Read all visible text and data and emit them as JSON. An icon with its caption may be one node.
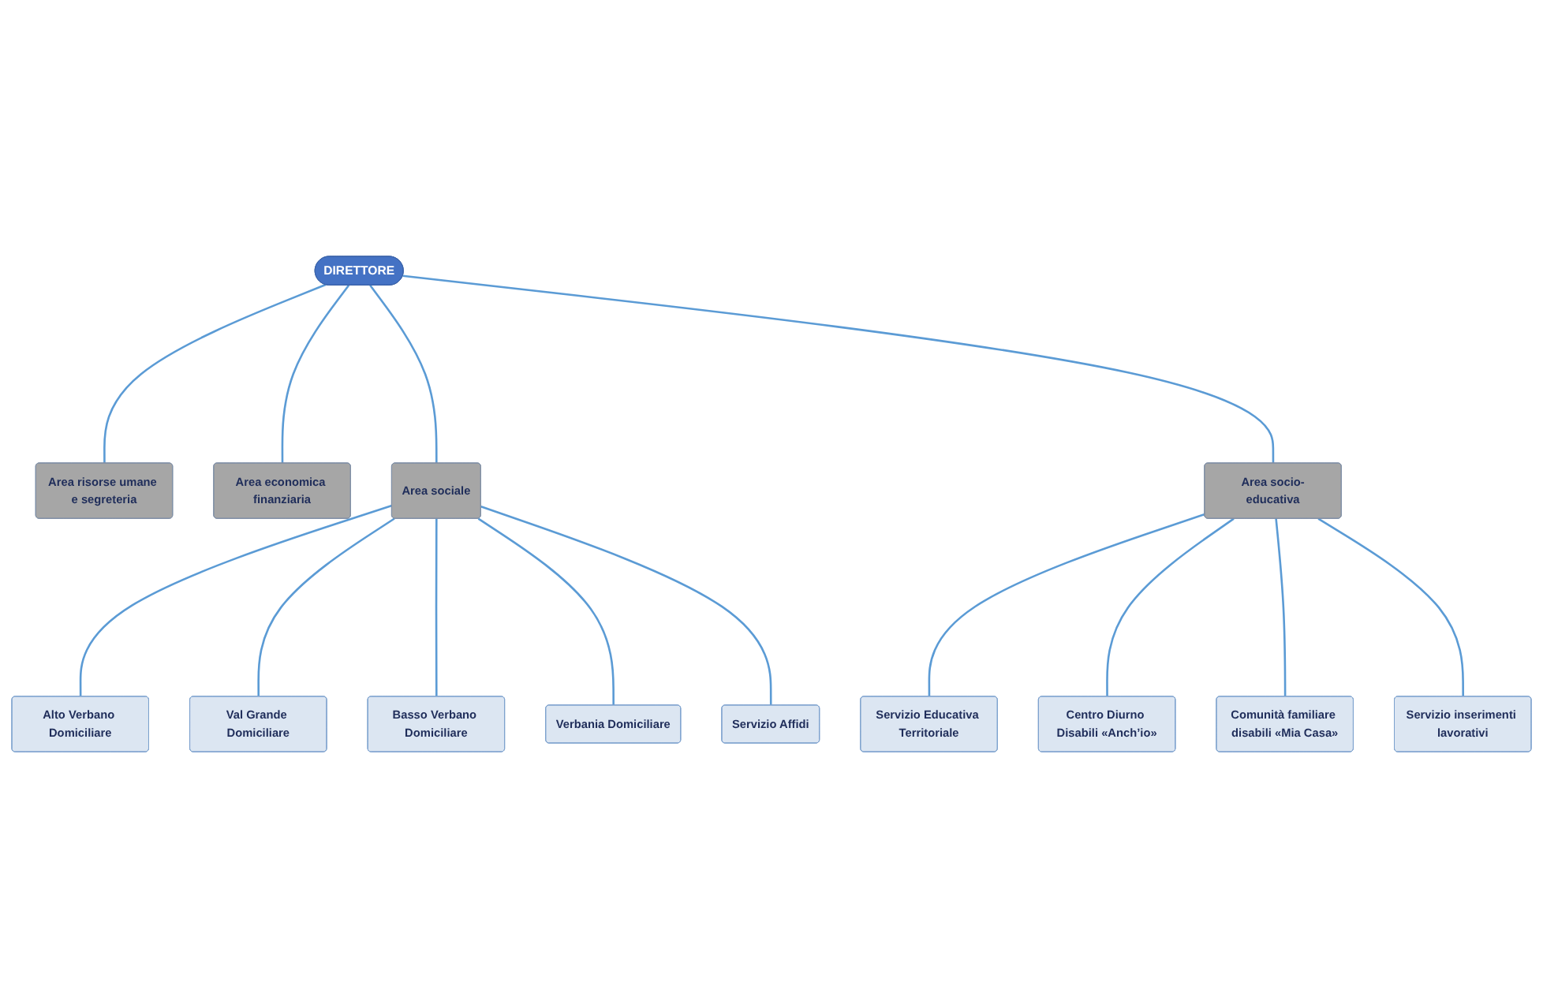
{
  "diagram": {
    "nodes": [
      {
        "text": [
          "DIRETTORE"
        ]
      },
      {
        "text": [
          "Area risorse umane e segreteria"
        ]
      },
      {
        "text": [
          "Area economica finanziaria"
        ]
      },
      {
        "text": [
          "Area sociale"
        ]
      },
      {
        "text": [
          "Area socio-educativa"
        ]
      },
      {
        "text": [
          "Alto Verbano Domiciliare"
        ]
      },
      {
        "text": [
          "Val Grande Domiciliare"
        ]
      },
      {
        "text": [
          "Basso Verbano Domiciliare"
        ]
      },
      {
        "text": [
          "Verbania Domiciliare"
        ]
      },
      {
        "text": [
          "Servizio Affidi"
        ]
      },
      {
        "text": [
          "Servizio Educativa Territoriale"
        ]
      },
      {
        "text": [
          "Centro Diurno Disabili «Anch’io»"
        ]
      },
      {
        "text": [
          "Comunità familiare disabili «Mia Casa»"
        ]
      },
      {
        "text": [
          "Servizio inserimenti lavorativi"
        ]
      }
    ],
    "edges": [
      {
        "from": 0,
        "to": 1,
        "arrow": "none"
      },
      {
        "from": 0,
        "to": 2,
        "arrow": "none"
      },
      {
        "from": 0,
        "to": 3,
        "arrow": "none"
      },
      {
        "from": 0,
        "to": 4,
        "arrow": "none"
      },
      {
        "from": 3,
        "to": 5,
        "arrow": "none"
      },
      {
        "from": 3,
        "to": 6,
        "arrow": "none"
      },
      {
        "from": 3,
        "to": 7,
        "arrow": "none"
      },
      {
        "from": 3,
        "to": 8,
        "arrow": "none"
      },
      {
        "from": 3,
        "to": 9,
        "arrow": "none"
      },
      {
        "from": 4,
        "to": 10,
        "arrow": "none"
      },
      {
        "from": 4,
        "to": 11,
        "arrow": "none"
      },
      {
        "from": 4,
        "to": 12,
        "arrow": "none"
      },
      {
        "from": 4,
        "to": 13,
        "arrow": "none"
      }
    ]
  }
}
